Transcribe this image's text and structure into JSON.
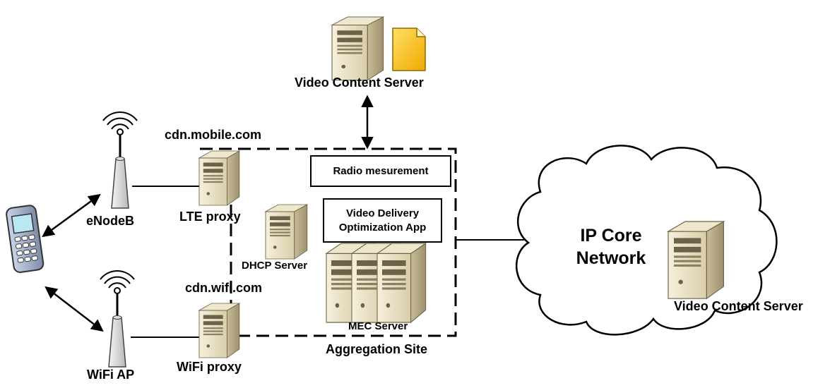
{
  "labels": {
    "video_server_top": "Video Content Server",
    "cdn_mobile": "cdn.mobile.com",
    "enodeb": "eNodeB",
    "lte_proxy": "LTE proxy",
    "dhcp_server": "DHCP Server",
    "cdn_wifi": "cdn.wifi.com",
    "wifi_ap": "WiFi AP",
    "wifi_proxy": "WiFi proxy",
    "mec_server": "MEC Server",
    "aggregation_site": "Aggregation Site",
    "radio_measurement": "Radio mesurement",
    "vdo_app_line1": "Video Delivery",
    "vdo_app_line2": "Optimization App",
    "cloud_line1": "IP Core",
    "cloud_line2": "Network",
    "video_server_right": "Video Content Server"
  },
  "icons": [
    "server-icon",
    "document-icon",
    "antenna-icon",
    "mobile-phone-icon",
    "cloud-icon"
  ],
  "colors": {
    "server_body": "#e9e1c8",
    "server_dark": "#a89c7a",
    "document": "#f5b800",
    "line": "#000000"
  }
}
